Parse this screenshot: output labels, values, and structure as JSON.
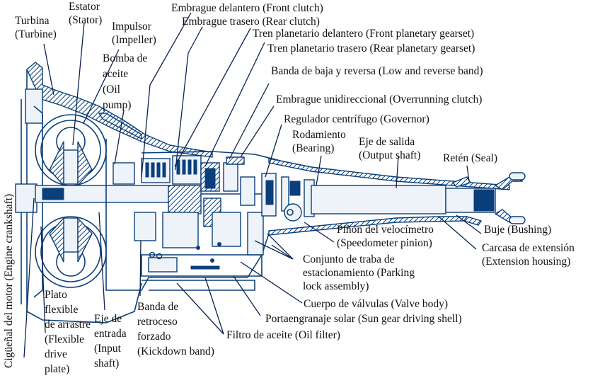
{
  "diagram": {
    "subject": "Transmisión automática (Automatic transmission) - corte seccional",
    "colors": {
      "drawing": "#0b3f7a",
      "leader": "#0a2350",
      "text": "#111111",
      "background": "#ffffff"
    },
    "labels": {
      "turbina": [
        "Turbina",
        "(Turbine)"
      ],
      "estator": [
        "Estator",
        "(Stator)"
      ],
      "impulsor": [
        "Impulsor",
        "(Impeller)"
      ],
      "bomba": [
        "Bomba de",
        "aceite",
        "(Oil",
        "pump)"
      ],
      "embrague_delantero": "Embrague delantero (Front clutch)",
      "embrague_trasero": "Embrague trasero (Rear clutch)",
      "tren_delantero": "Tren planetario delantero (Front planetary gearset)",
      "tren_trasero": "Tren planetario trasero (Rear planetary gearset)",
      "banda_baja": "Banda de baja y reversa (Low and reverse band)",
      "embrague_unidireccional": "Embrague unidireccional (Overrunning clutch)",
      "regulador": "Regulador centrífugo (Governor)",
      "rodamiento": [
        "Rodamiento",
        "(Bearing)"
      ],
      "eje_salida": [
        "Eje de salida",
        "(Output shaft)"
      ],
      "reten": "Retén (Seal)",
      "pinon": [
        "Piñón del velocímetro",
        "(Speedometer pinion)"
      ],
      "buje": "Buje (Bushing)",
      "carcasa": [
        "Carcasa de extensión",
        "(Extension housing)"
      ],
      "traba": [
        "Conjunto de traba de",
        "estacionamiento (Parking",
        "lock assembly)"
      ],
      "cuerpo_valvulas": "Cuerpo de válvulas (Valve body)",
      "portaengranaje": "Portaengranaje solar (Sun gear driving shell)",
      "filtro": "Filtro de aceite (Oil filter)",
      "banda_retroceso": [
        "Banda de",
        "retroceso",
        "forzado",
        "(Kickdown band)"
      ],
      "eje_entrada": [
        "Eje de",
        "entrada",
        "(Input",
        "shaft)"
      ],
      "plato": [
        "Plato",
        "flexible",
        "de arrastre",
        "(Flexible",
        "drive",
        "plate)"
      ],
      "cigueñal": "Cigüeñal del motor (Engine crankshaft)"
    }
  }
}
